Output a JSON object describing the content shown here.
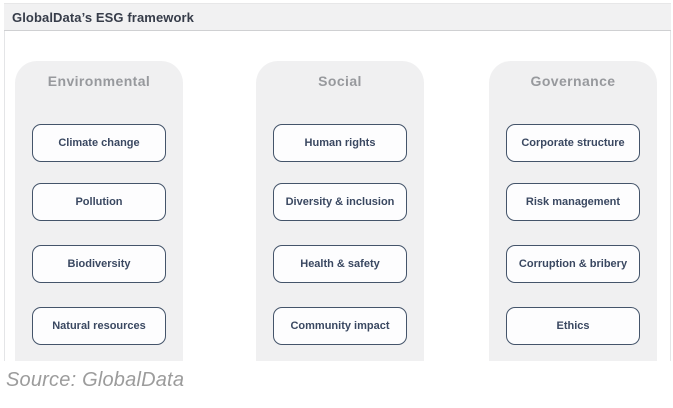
{
  "title": "GlobalData’s ESG framework",
  "source": "Source: GlobalData",
  "framework": {
    "columns": [
      {
        "name": "Environmental",
        "items": [
          "Climate change",
          "Pollution",
          "Biodiversity",
          "Natural resources"
        ]
      },
      {
        "name": "Social",
        "items": [
          "Human rights",
          "Diversity & inclusion",
          "Health & safety",
          "Community impact"
        ]
      },
      {
        "name": "Governance",
        "items": [
          "Corporate structure",
          "Risk management",
          "Corruption & bribery",
          "Ethics"
        ]
      }
    ]
  },
  "colors": {
    "titlebar_bg": "#f1f1f2",
    "title_text": "#363c49",
    "panel_bg": "#f0f0f1",
    "panel_header_text": "#97999d",
    "box_border": "#44546a",
    "box_text": "#3a4861",
    "source_text": "#9c9c9c"
  }
}
